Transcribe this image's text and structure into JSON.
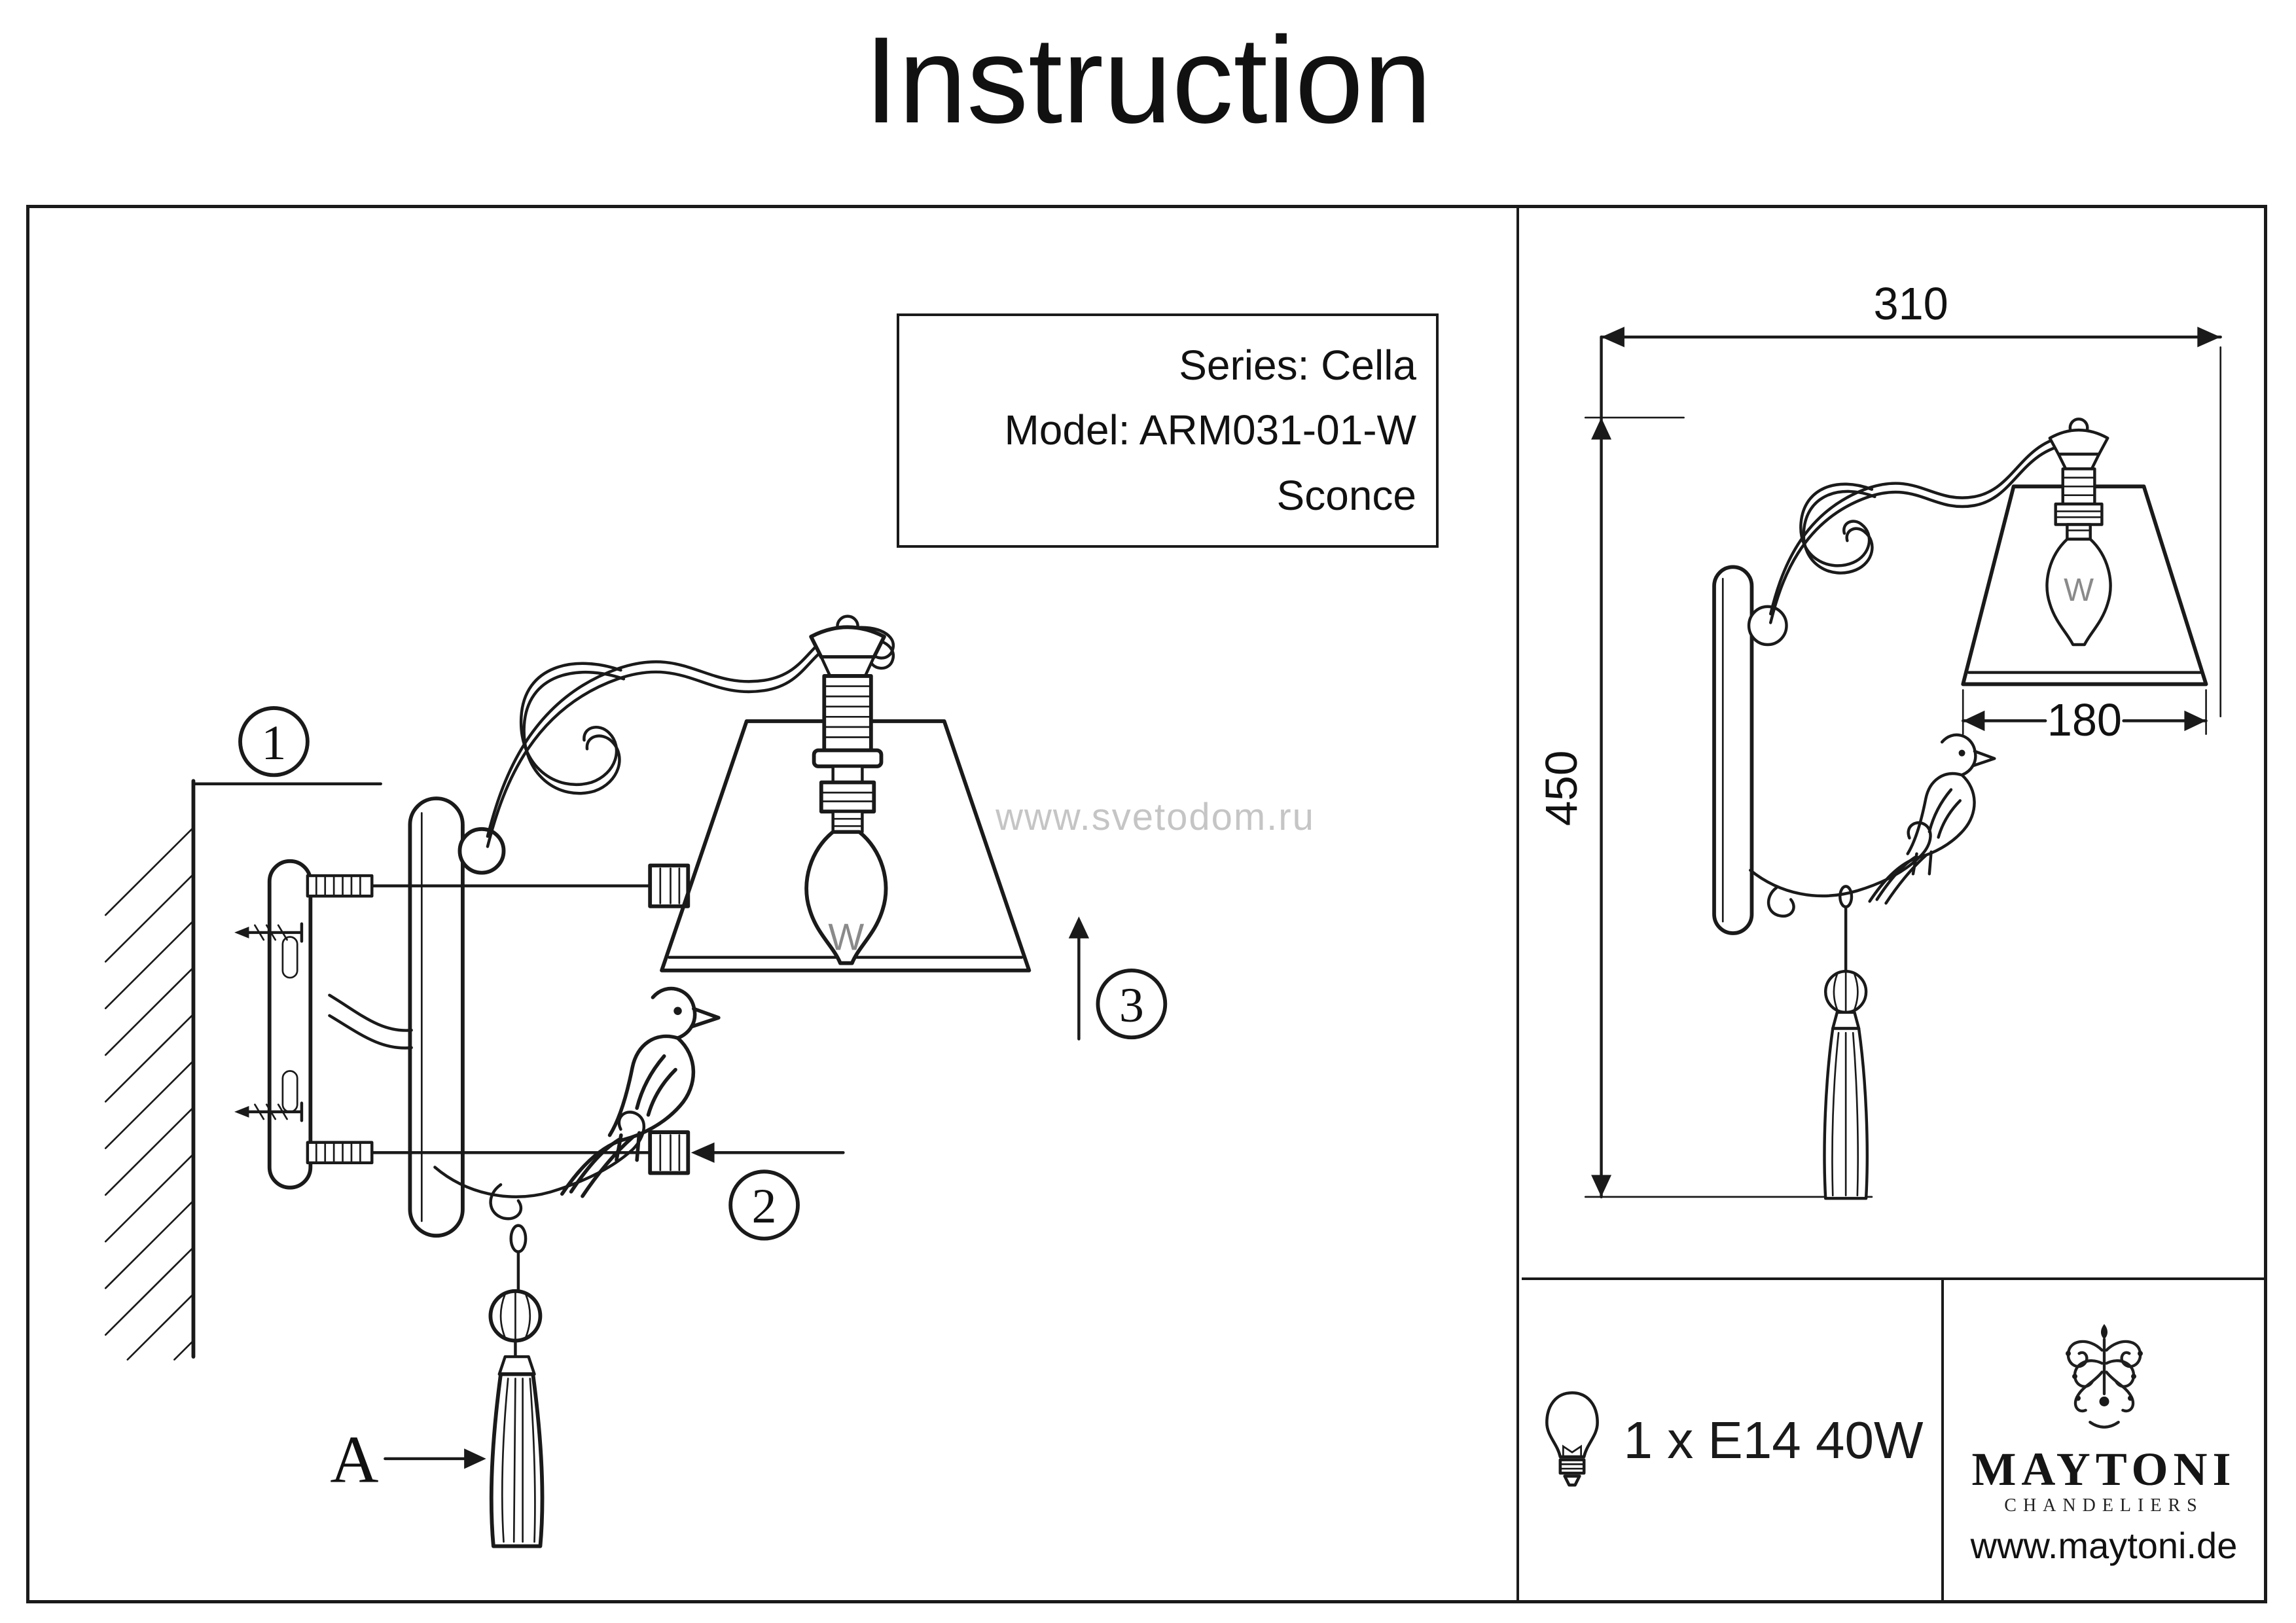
{
  "page": {
    "title": "Instruction"
  },
  "product_info": {
    "series": "Series: Cella",
    "model": "Model: ARM031-01-W",
    "type": "Sconce"
  },
  "watermark": "www.svetodom.ru",
  "assembly": {
    "callout_1": "1",
    "callout_2": "2",
    "callout_3": "3",
    "detail_label": "A",
    "bulb_marking": "W"
  },
  "dimensions": {
    "depth_mm": "310",
    "height_mm": "450",
    "shade_width_mm": "180",
    "bulb_marking": "W"
  },
  "spec": {
    "lamp": "1 x E14 40W"
  },
  "brand": {
    "name": "MAYTONI",
    "tagline": "CHANDELIERS",
    "website": "www.maytoni.de"
  },
  "colors": {
    "ink": "#1a1a1a",
    "watermark_gray": "#c5c5c5"
  }
}
